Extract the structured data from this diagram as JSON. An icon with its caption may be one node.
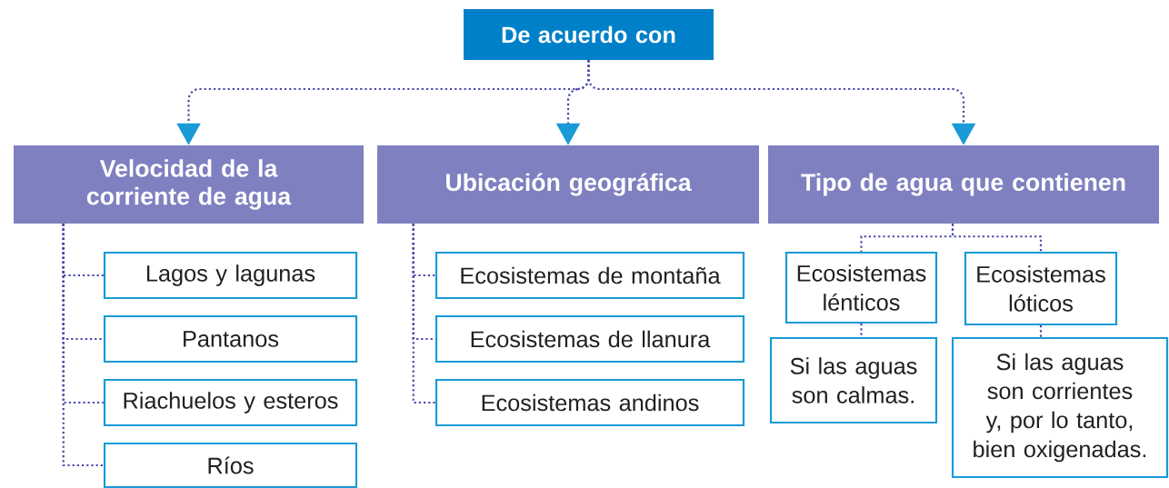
{
  "diagram": {
    "nodes": [
      {
        "text": [
          "De acuerdo con"
        ]
      },
      {
        "text": [
          "Velocidad de la corriente de agua"
        ]
      },
      {
        "text": [
          "Ubicación geográfica"
        ]
      },
      {
        "text": [
          "Tipo de agua que contienen"
        ]
      },
      {
        "text": [
          "Lagos y lagunas"
        ]
      },
      {
        "text": [
          "Pantanos"
        ]
      },
      {
        "text": [
          "Riachuelos y esteros"
        ]
      },
      {
        "text": [
          "Ríos"
        ]
      },
      {
        "text": [
          "Ecosistemas de montaña"
        ]
      },
      {
        "text": [
          "Ecosistemas de llanura"
        ]
      },
      {
        "text": [
          "Ecosistemas andinos"
        ]
      },
      {
        "text": [
          "Ecosistemas lénticos"
        ]
      },
      {
        "text": [
          "Ecosistemas lóticos"
        ]
      },
      {
        "text": [
          "Si las aguas son calmas."
        ]
      },
      {
        "text": [
          "Si las aguas son corrientes y, por lo tanto, bien oxigenadas."
        ]
      }
    ],
    "edges": [
      {
        "from": 0,
        "to": 1,
        "arrow": "to"
      },
      {
        "from": 0,
        "to": 2,
        "arrow": "to"
      },
      {
        "from": 0,
        "to": 3,
        "arrow": "to"
      },
      {
        "from": 1,
        "to": 4,
        "arrow": "none"
      },
      {
        "from": 1,
        "to": 5,
        "arrow": "none"
      },
      {
        "from": 1,
        "to": 6,
        "arrow": "none"
      },
      {
        "from": 1,
        "to": 7,
        "arrow": "none"
      },
      {
        "from": 2,
        "to": 8,
        "arrow": "none"
      },
      {
        "from": 2,
        "to": 9,
        "arrow": "none"
      },
      {
        "from": 2,
        "to": 10,
        "arrow": "none"
      },
      {
        "from": 3,
        "to": 11,
        "arrow": "none"
      },
      {
        "from": 3,
        "to": 12,
        "arrow": "none"
      },
      {
        "from": 11,
        "to": 13,
        "arrow": "none"
      },
      {
        "from": 12,
        "to": 14,
        "arrow": "none"
      }
    ]
  }
}
